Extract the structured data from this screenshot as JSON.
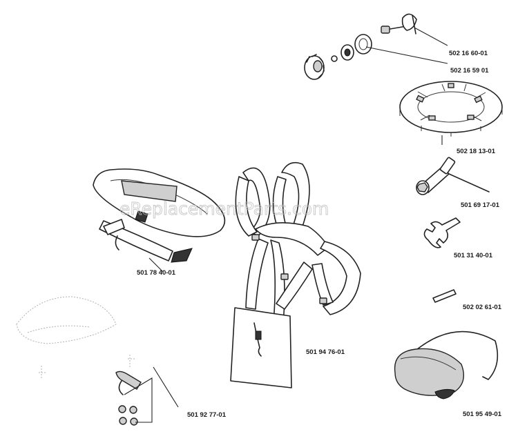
{
  "watermark": "eReplacementParts.com",
  "parts": [
    {
      "id": "p1",
      "number": "502 16 60-01"
    },
    {
      "id": "p2",
      "number": "502 16 59 01"
    },
    {
      "id": "p3",
      "number": "502 18 13-01"
    },
    {
      "id": "p4",
      "number": "501 69 17-01"
    },
    {
      "id": "p5",
      "number": "501 31 40-01"
    },
    {
      "id": "p6",
      "number": "502 02 61-01"
    },
    {
      "id": "p7",
      "number": "501 95 49-01"
    },
    {
      "id": "p8",
      "number": "501 94 76-01"
    },
    {
      "id": "p9",
      "number": "501 78 40-01"
    },
    {
      "id": "p10",
      "number": "501 92 77-01"
    }
  ]
}
